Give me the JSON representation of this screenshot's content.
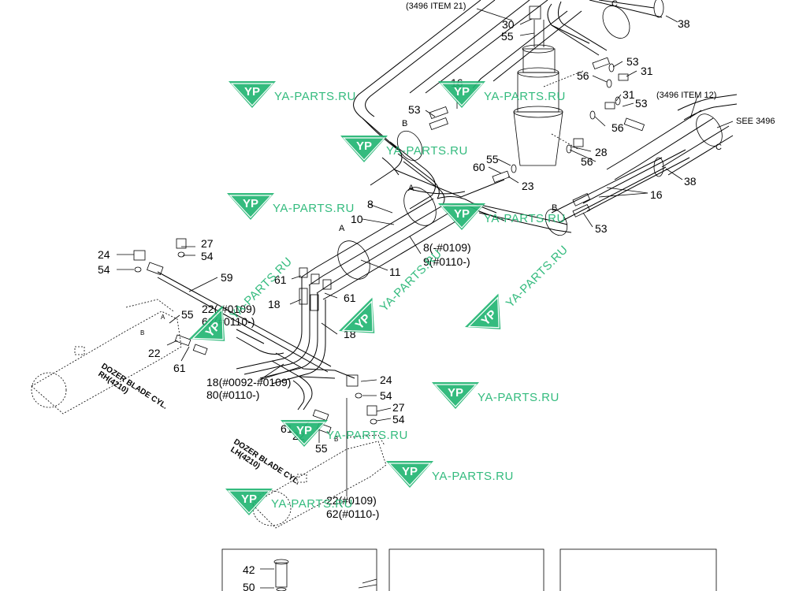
{
  "colors": {
    "line": "#000000",
    "watermark": "#22b573"
  },
  "watermark": {
    "text": "YA-PARTS.RU",
    "logo": "YP"
  },
  "refs": {
    "item21": "(3496 ITEM 21)",
    "item12": "(3496 ITEM 12)",
    "see": "SEE 3496"
  },
  "section_marks": {
    "a": "A",
    "b": "B",
    "c": "C"
  },
  "cylinders": {
    "rh_line1": "DOZER BLADE CYL.",
    "rh_line2": "RH(4210)",
    "lh_line1": "DOZER BLADE CYL.",
    "lh_line2": "LH(4210)"
  },
  "labels": {
    "n30": "30",
    "n55": "55",
    "n38": "38",
    "n53": "53",
    "n31": "31",
    "n56": "56",
    "n16": "16",
    "n28": "28",
    "n60": "60",
    "n23": "23",
    "n8": "8",
    "n10": "10",
    "n11": "11",
    "n8_range": "8(-#0109)",
    "n9_range": "9(#0110-)",
    "n27": "27",
    "n54": "54",
    "n24": "24",
    "n59": "59",
    "n61": "61",
    "n18": "18",
    "n22": "22",
    "n22_range": "22(-#0109)",
    "n62_range": "62(#0110-)",
    "n18_range": "18(#0092-#0109)",
    "n80_range": "80(#0110-)",
    "n22_range_b": "22(#0109)",
    "n62_range_b": "62(#0110-)",
    "n42": "42",
    "n50": "50"
  }
}
